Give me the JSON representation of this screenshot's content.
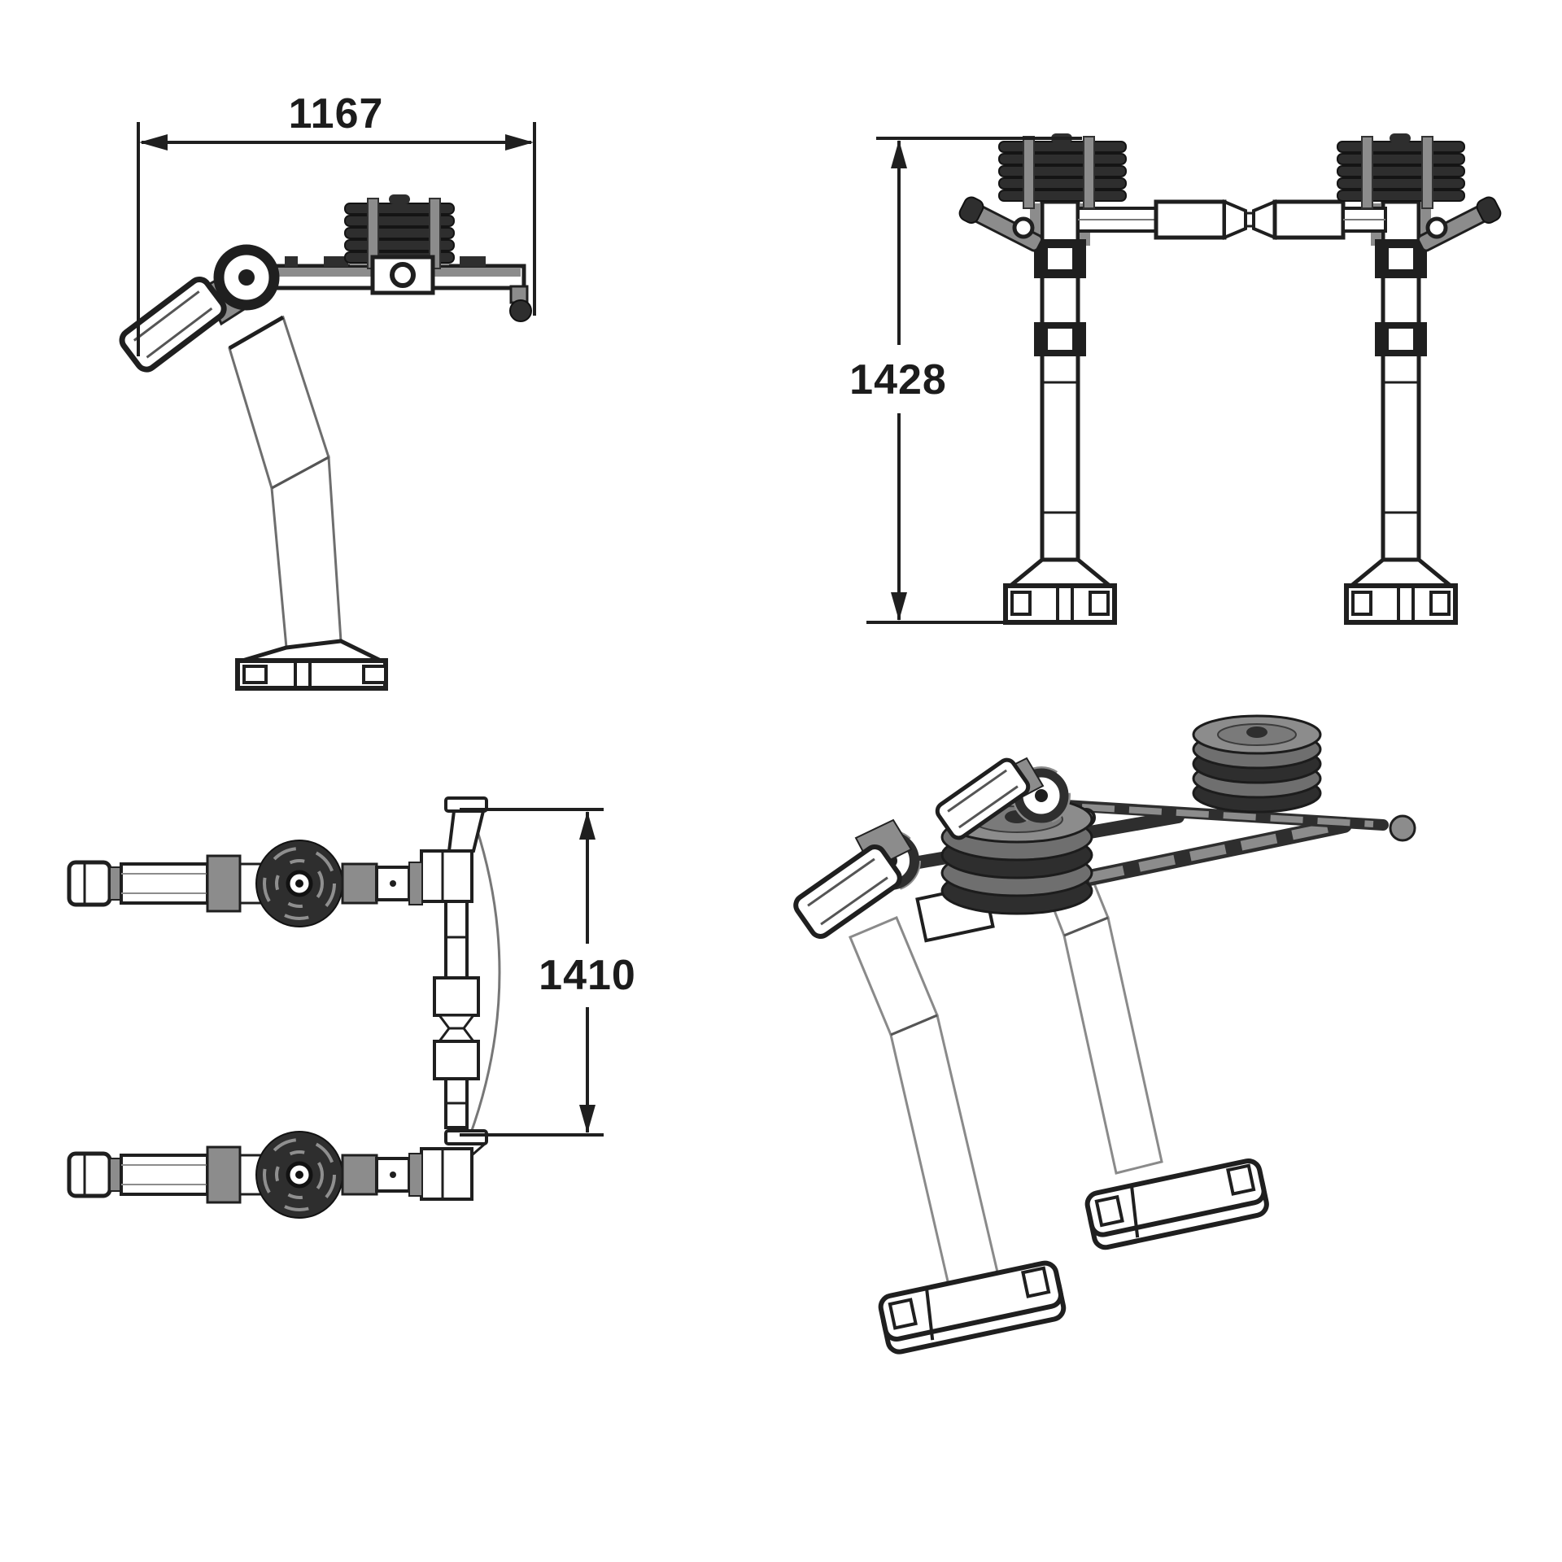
{
  "colors": {
    "line": "#1f1f1f",
    "gray": "#8c8c8c",
    "plate_dark": "#2e2e2e",
    "background": "#ffffff"
  },
  "views": {
    "side_view": {
      "dimension_label": "1167"
    },
    "front_view": {
      "dimension_label": "1428"
    },
    "top_view": {
      "dimension_label": "1410"
    }
  }
}
